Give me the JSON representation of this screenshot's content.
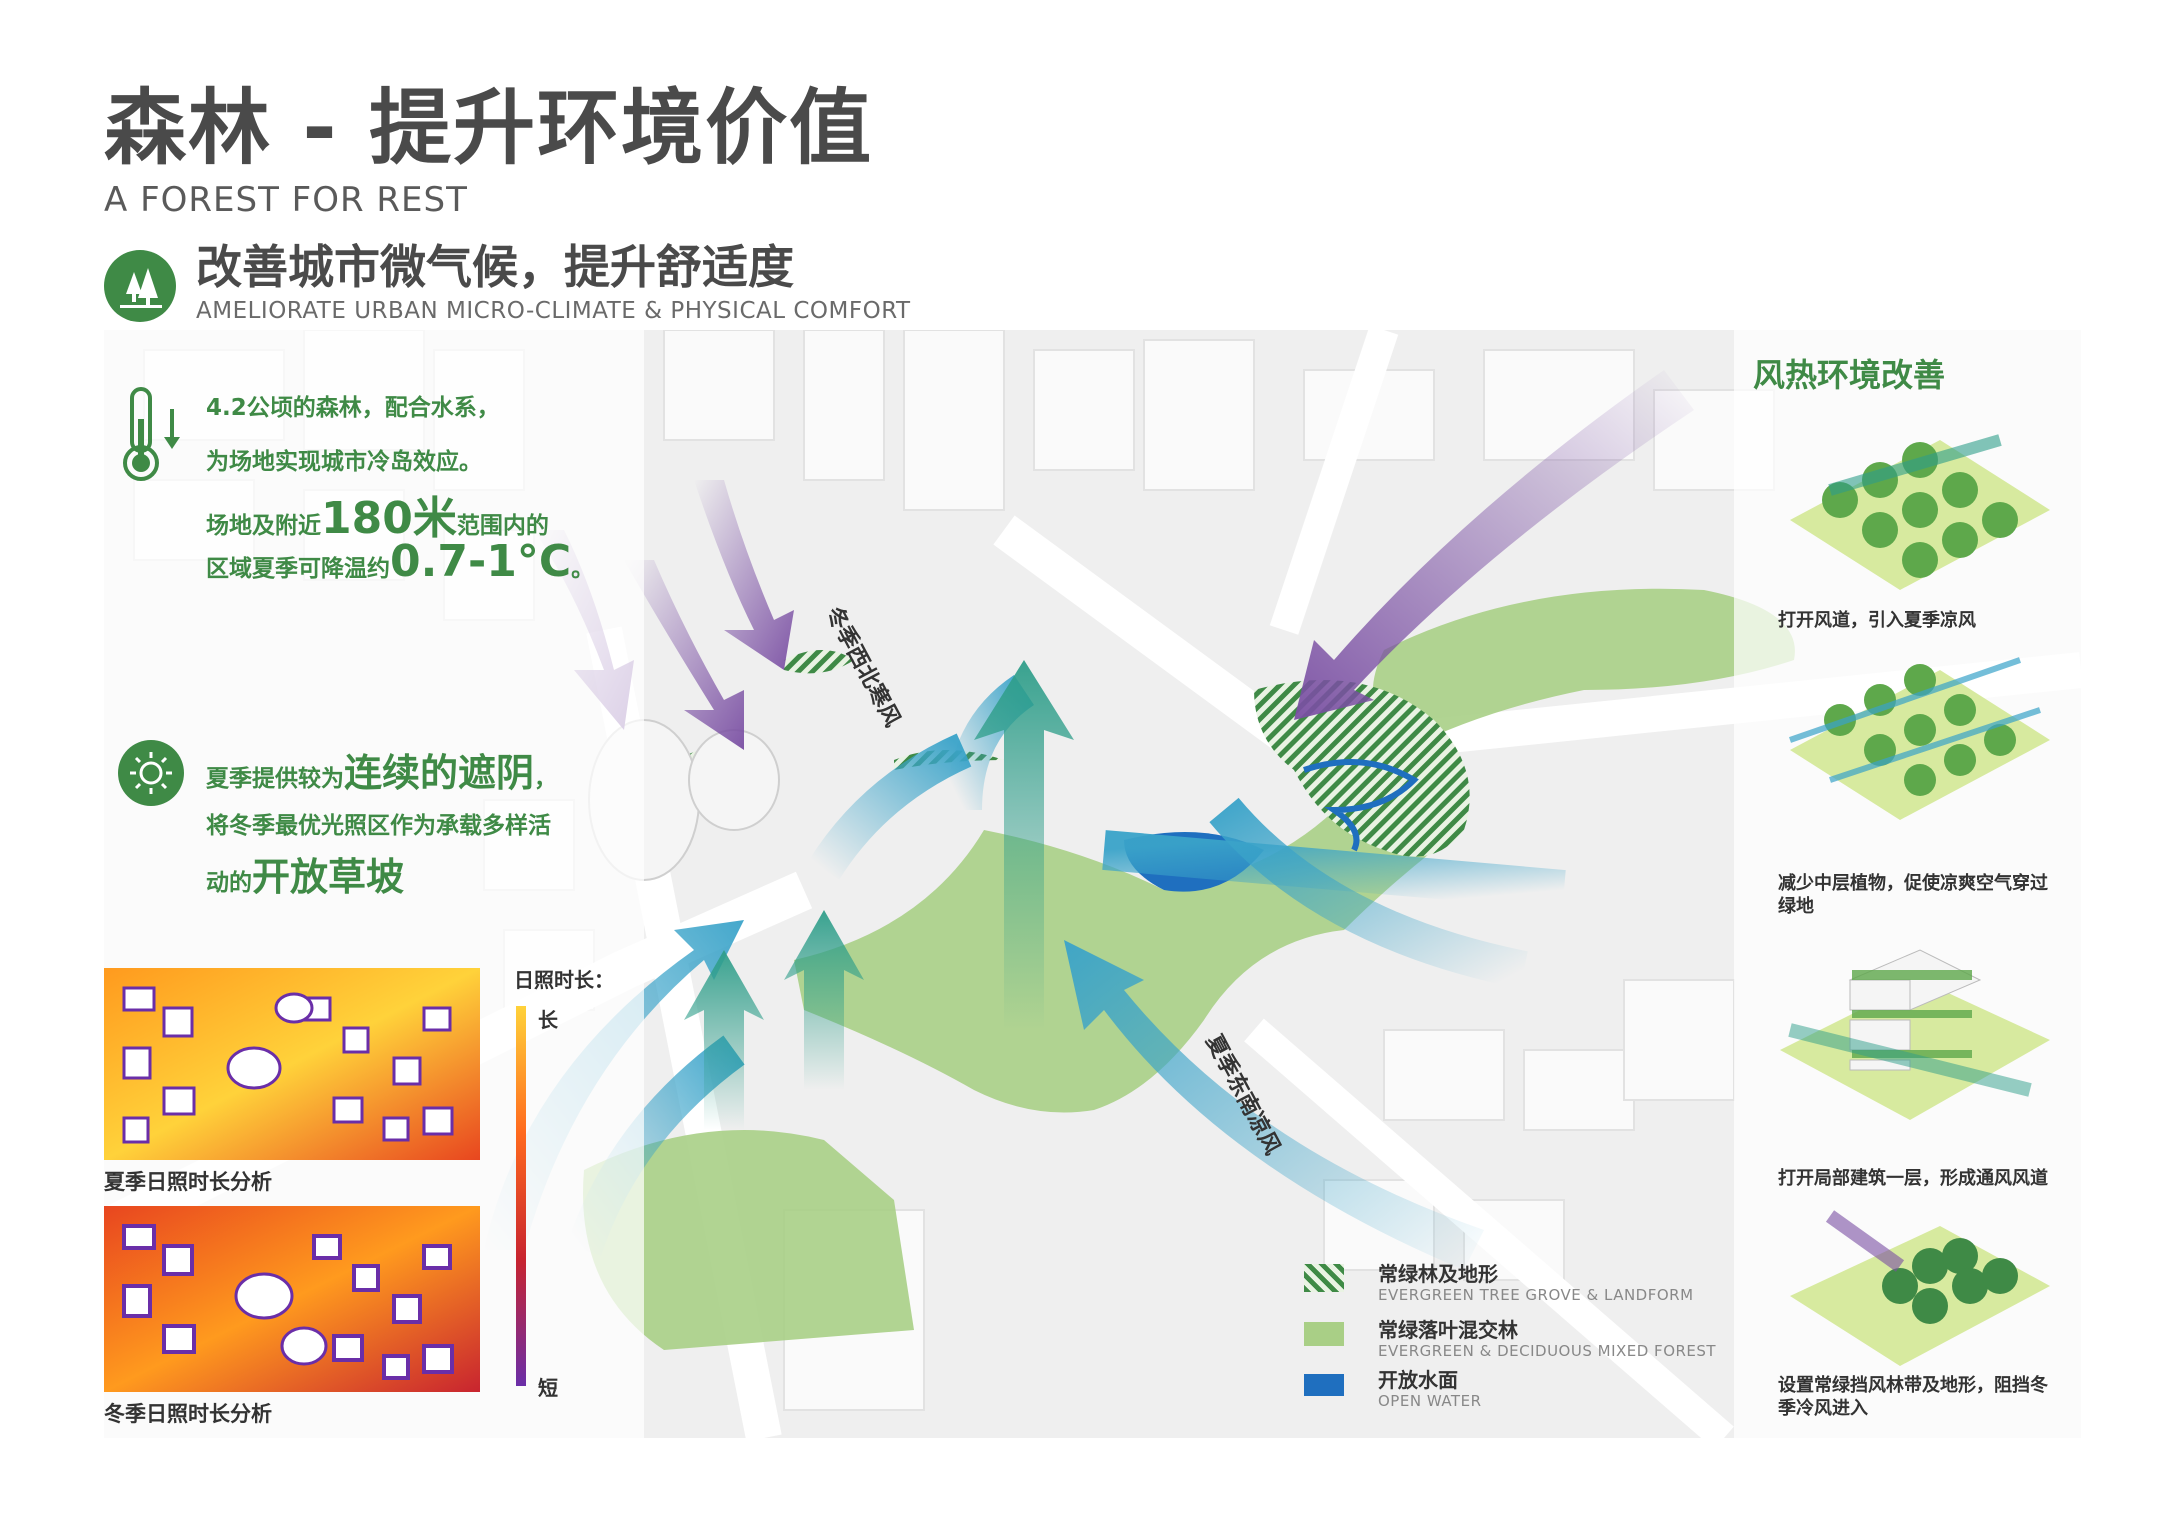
{
  "header": {
    "title_cn": "森林 - 提升环境价值",
    "title_en": "A FOREST FOR REST"
  },
  "section": {
    "icon": "forest-icon",
    "title_cn": "改善城市微气候，提升舒适度",
    "title_en": "AMELIORATE URBAN MICRO-CLIMATE & PHYSICAL COMFORT"
  },
  "stats": {
    "icon": "thermometer-down-icon",
    "line1": "4.2公顷的森林，配合水系，",
    "line2": "为场地实现城市冷岛效应。",
    "line3_pre": "场地及附近",
    "line3_big": "180米",
    "line3_post": "范围内的",
    "line4_pre": "区域夏季可降温约",
    "line4_big": "0.7-1°C",
    "line4_post": "。"
  },
  "shade": {
    "icon": "sun-icon",
    "line1_pre": "夏季提供较为",
    "line1_big": "连续的遮阴",
    "line1_post": "，",
    "line2": "将冬季最优光照区作为承载多样活",
    "line3_pre": "动的",
    "line3_big": "开放草坡"
  },
  "sunlight": {
    "scale_title": "日照时长：",
    "scale_long": "长",
    "scale_short": "短",
    "summer_caption": "夏季日照时长分析",
    "winter_caption": "冬季日照时长分析"
  },
  "wind_labels": {
    "winter": "冬季西北寒风",
    "summer": "夏季东南凉风"
  },
  "legend": [
    {
      "cn": "常绿林及地形",
      "en": "EVERGREEN TREE GROVE & LANDFORM",
      "color": "#3f8a46"
    },
    {
      "cn": "常绿落叶混交林",
      "en": "EVERGREEN & DECIDUOUS MIXED FOREST",
      "color": "#a9cf86"
    },
    {
      "cn": "开放水面",
      "en": "OPEN WATER",
      "color": "#1f6fbf"
    }
  ],
  "side_panel": {
    "title": "风热环境改善",
    "items": [
      {
        "caption": "打开风道，引入夏季凉风"
      },
      {
        "caption": "减少中层植物，促使凉爽空气穿过绿地"
      },
      {
        "caption": "打开局部建筑一层，形成通风风道"
      },
      {
        "caption": "设置常绿挡风林带及地形，阻挡冬季冷风进入"
      }
    ]
  },
  "colors": {
    "accent_green": "#3f8a46",
    "forest_light": "#a9cf86",
    "water_blue": "#1f6fbf",
    "summer_wind": "#3aa3c9",
    "winter_wind": "#7a4fa3"
  }
}
